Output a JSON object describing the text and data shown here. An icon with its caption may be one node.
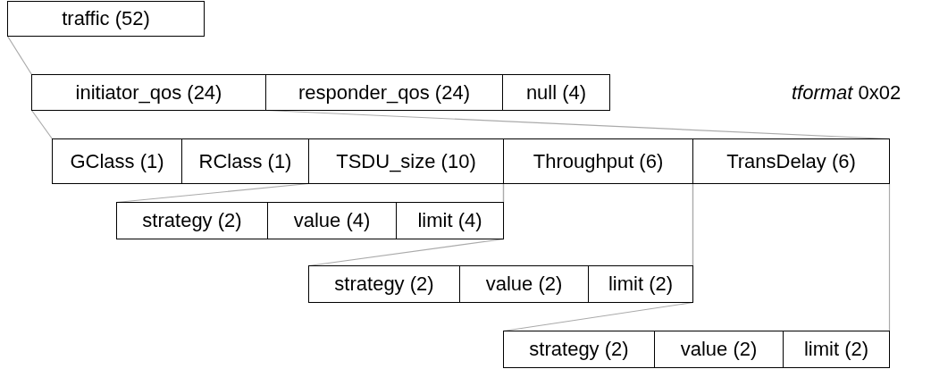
{
  "diagram": {
    "nodes": [
      {
        "text": [
          "traffic (52)"
        ]
      },
      {
        "text": [
          "initiator_qos (24)"
        ]
      },
      {
        "text": [
          "responder_qos (24)"
        ]
      },
      {
        "text": [
          "null (4)"
        ]
      },
      {
        "text": [
          "GClass (1)"
        ]
      },
      {
        "text": [
          "RClass (1)"
        ]
      },
      {
        "text": [
          "TSDU_size (10)"
        ]
      },
      {
        "text": [
          "Throughput (6)"
        ]
      },
      {
        "text": [
          "TransDelay (6)"
        ]
      },
      {
        "text": [
          "strategy (2)"
        ]
      },
      {
        "text": [
          "value (4)"
        ]
      },
      {
        "text": [
          "limit (4)"
        ]
      },
      {
        "text": [
          "strategy (2)"
        ]
      },
      {
        "text": [
          "value (2)"
        ]
      },
      {
        "text": [
          "limit (2)"
        ]
      },
      {
        "text": [
          "strategy (2)"
        ]
      },
      {
        "text": [
          "value (2)"
        ]
      },
      {
        "text": [
          "limit (2)"
        ]
      }
    ],
    "edges": [
      {
        "from": 0,
        "to": 1,
        "arrow": "none"
      },
      {
        "from": 1,
        "to": 4,
        "arrow": "none"
      },
      {
        "from": 1,
        "to": 8,
        "arrow": "none"
      },
      {
        "from": 6,
        "to": 9,
        "arrow": "none"
      },
      {
        "from": 6,
        "to": 11,
        "arrow": "none"
      },
      {
        "from": 7,
        "to": 12,
        "arrow": "none"
      },
      {
        "from": 7,
        "to": 14,
        "arrow": "none"
      },
      {
        "from": 8,
        "to": 15,
        "arrow": "none"
      },
      {
        "from": 8,
        "to": 17,
        "arrow": "none"
      }
    ],
    "labels": [
      "*tformat* 0x02"
    ]
  }
}
